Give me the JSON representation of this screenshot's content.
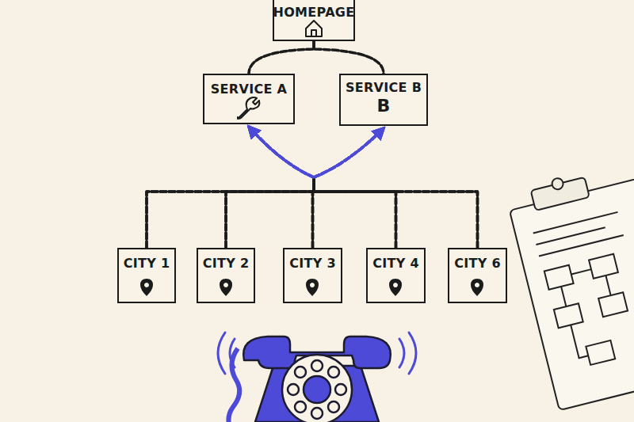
{
  "diagram": {
    "nodes": [
      {
        "text": [
          "HOMEPAGE"
        ]
      },
      {
        "text": [
          "SERVICE A"
        ]
      },
      {
        "text": [
          "SERVICE B",
          "B"
        ]
      },
      {
        "text": [
          "CITY 1"
        ]
      },
      {
        "text": [
          "CITY 2"
        ]
      },
      {
        "text": [
          "CITY 3"
        ]
      },
      {
        "text": [
          "CITY 4"
        ]
      },
      {
        "text": [
          "CITY 6"
        ]
      }
    ],
    "edges": [
      {
        "from": 0,
        "to": 1,
        "arrow": "none"
      },
      {
        "from": 0,
        "to": 2,
        "arrow": "none"
      },
      {
        "from": 3,
        "to": 1,
        "arrow": "to"
      },
      {
        "from": 3,
        "to": 2,
        "arrow": "to"
      },
      {
        "from": 4,
        "to": 1,
        "arrow": "to"
      },
      {
        "from": 4,
        "to": 2,
        "arrow": "to"
      },
      {
        "from": 5,
        "to": 1,
        "arrow": "to"
      },
      {
        "from": 5,
        "to": 2,
        "arrow": "to"
      },
      {
        "from": 6,
        "to": 1,
        "arrow": "to"
      },
      {
        "from": 6,
        "to": 2,
        "arrow": "to"
      },
      {
        "from": 7,
        "to": 1,
        "arrow": "to"
      },
      {
        "from": 7,
        "to": 2,
        "arrow": "to"
      }
    ]
  }
}
